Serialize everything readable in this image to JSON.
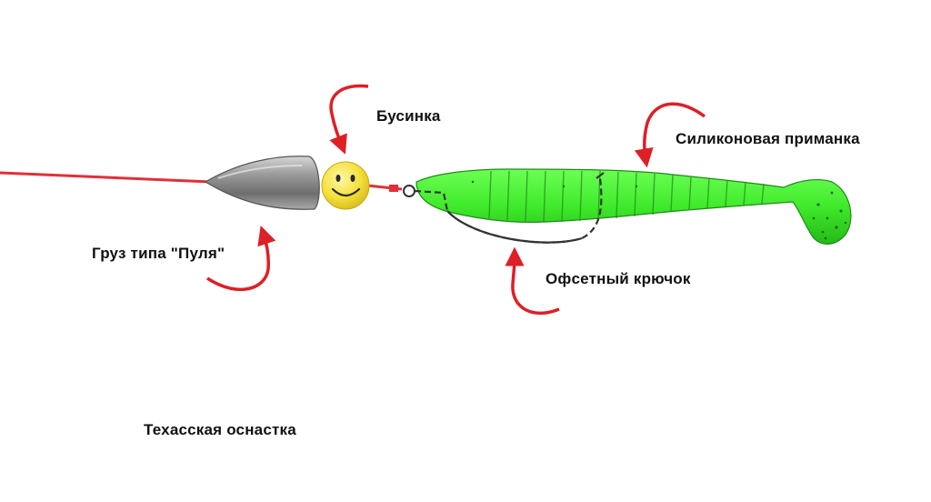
{
  "labels": {
    "bead": "Бусинка",
    "lure": "Силиконовая приманка",
    "sinker": "Груз типа \"Пуля\"",
    "hook": "Офсетный крючок",
    "title": "Техасская оснастка"
  },
  "colors": {
    "line": "#e0303a",
    "arrow": "#dd1f26",
    "lure_fill": "#3fea2a",
    "lure_dark": "#1f8a17",
    "sinker": "#8a8a8a",
    "bead": "#f2e13a",
    "hook": "#333333"
  },
  "icons": [
    "fishing-line",
    "bullet-sinker",
    "smiley-bead",
    "offset-hook",
    "silicone-worm-lure"
  ]
}
